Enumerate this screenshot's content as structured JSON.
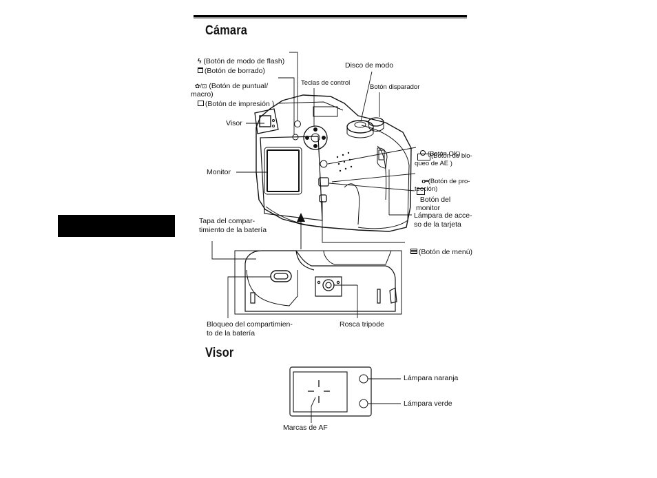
{
  "sections": {
    "camera_title": "Cámara",
    "viewfinder_title": "Visor"
  },
  "labels": {
    "flash_button": "(Botón de modo de flash)",
    "erase_button": "(Botón de borrado)",
    "spot_macro_button": "(Botón de puntual/\nmacro)",
    "print_button": "(Botón de impresión )",
    "viewfinder": "Visor",
    "monitor": "Monitor",
    "control_keys": "Teclas de control",
    "mode_dial": "Disco de modo",
    "shutter_button": "Botón disparador",
    "ok_button": "(Botón OK)",
    "ae_lock_button": "(Botón de blo-\nqueo de AE )",
    "protect_button": "(Botón de pro-\ntección)",
    "monitor_button": "Botón del\nmonitor",
    "card_access_lamp": "Lámpara de acce-\nso de la tarjeta",
    "menu_button": "(Botón de menú)",
    "battery_cover": "Tapa del compar-\ntimiento de la batería",
    "battery_lock": "Bloqueo del compartimien-\nto de la batería",
    "tripod_socket": "Rosca tripode",
    "orange_lamp": "Lámpara naranja",
    "green_lamp": "Lámpara verde",
    "af_marks": "Marcas de AF"
  },
  "icons": {
    "flash": "flash-icon",
    "erase": "trash-icon",
    "spot_macro": "spot-macro-icon",
    "print": "print-icon",
    "ok": "ok-icon",
    "ae_lock": "ae-lock-icon",
    "protect": "key-icon",
    "monitor": "monitor-icon",
    "menu": "menu-icon"
  },
  "colors": {
    "text": "#111111",
    "side_tab": "#000000",
    "rule": "#000000"
  }
}
